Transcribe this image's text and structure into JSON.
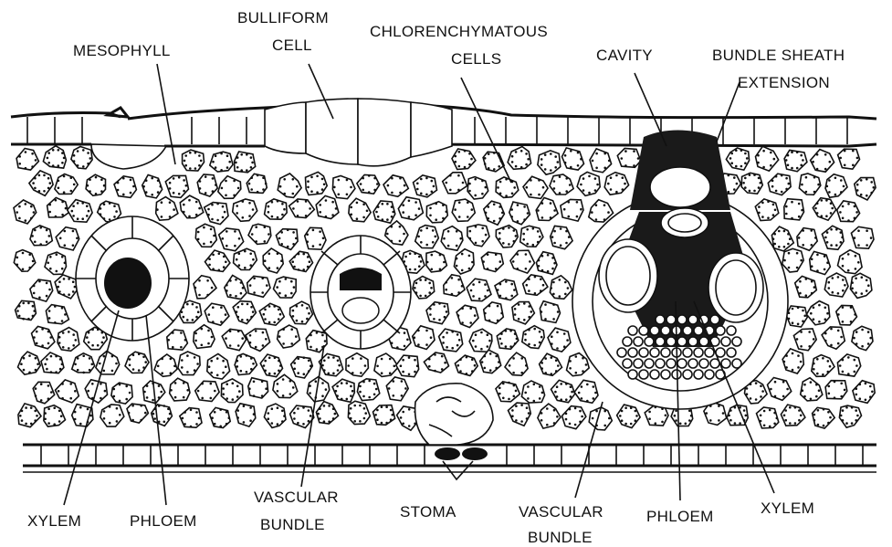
{
  "labels": {
    "mesophyll": "MESOPHYLL",
    "bulliform_1": "BULLIFORM",
    "bulliform_2": "CELL",
    "chlorenchymatous_1": "CHLORENCHYMATOUS",
    "chlorenchymatous_2": "CELLS",
    "cavity": "CAVITY",
    "bundle_sheath_1": "BUNDLE SHEATH",
    "bundle_sheath_2": "EXTENSION",
    "xylem_left": "XYLEM",
    "phloem_left": "PHLOEM",
    "vascular_bundle_left_1": "VASCULAR",
    "vascular_bundle_left_2": "BUNDLE",
    "stoma": "STOMA",
    "vascular_bundle_right_1": "VASCULAR",
    "vascular_bundle_right_2": "BUNDLE",
    "phloem_right": "PHLOEM",
    "xylem_right": "XYLEM"
  },
  "colors": {
    "ink": "#111111",
    "background": "#ffffff"
  }
}
